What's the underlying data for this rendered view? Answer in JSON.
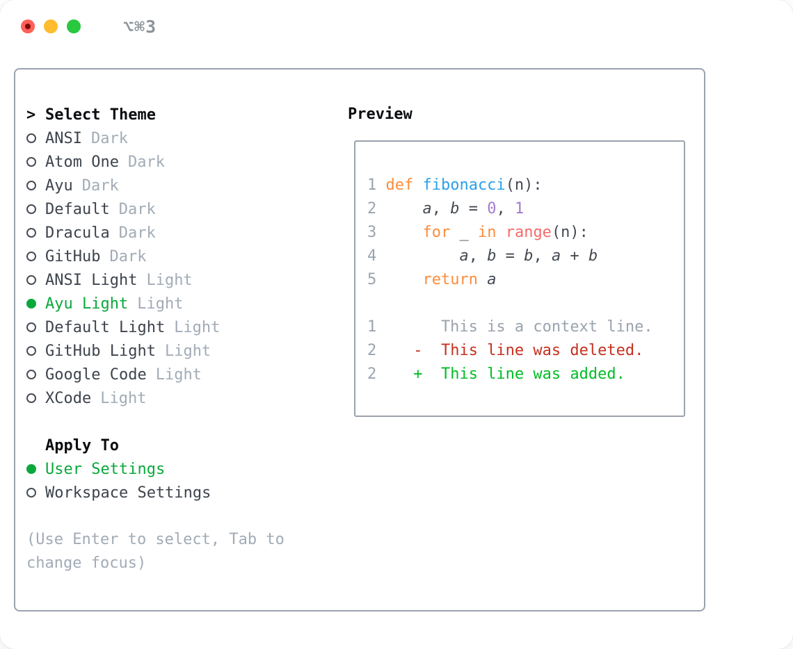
{
  "window": {
    "title": "⌥⌘3",
    "traffic_lights": [
      "close",
      "minimize",
      "zoom"
    ]
  },
  "panel": {
    "theme_section": {
      "header_prefix": ">",
      "header": "Select Theme",
      "items": [
        {
          "name": "ANSI",
          "variant": "Dark",
          "selected": false
        },
        {
          "name": "Atom One",
          "variant": "Dark",
          "selected": false
        },
        {
          "name": "Ayu",
          "variant": "Dark",
          "selected": false
        },
        {
          "name": "Default",
          "variant": "Dark",
          "selected": false
        },
        {
          "name": "Dracula",
          "variant": "Dark",
          "selected": false
        },
        {
          "name": "GitHub",
          "variant": "Dark",
          "selected": false
        },
        {
          "name": "ANSI Light",
          "variant": "Light",
          "selected": false
        },
        {
          "name": "Ayu Light",
          "variant": "Light",
          "selected": true
        },
        {
          "name": "Default Light",
          "variant": "Light",
          "selected": false
        },
        {
          "name": "GitHub Light",
          "variant": "Light",
          "selected": false
        },
        {
          "name": "Google Code",
          "variant": "Light",
          "selected": false
        },
        {
          "name": "XCode",
          "variant": "Light",
          "selected": false
        }
      ]
    },
    "apply_section": {
      "header": "Apply To",
      "options": [
        {
          "label": "User Settings",
          "selected": true
        },
        {
          "label": "Workspace Settings",
          "selected": false
        }
      ]
    },
    "hint": "(Use Enter to select, Tab to change focus)",
    "preview_section": {
      "header": "Preview",
      "code_lines": [
        {
          "num": "1",
          "tokens": [
            {
              "t": "def",
              "c": "kw"
            },
            {
              "t": " ",
              "c": "fg"
            },
            {
              "t": "fibonacci",
              "c": "fn"
            },
            {
              "t": "(n):",
              "c": "fg"
            }
          ]
        },
        {
          "num": "2",
          "tokens": [
            {
              "t": "    ",
              "c": "fg"
            },
            {
              "t": "a",
              "c": "var"
            },
            {
              "t": ", ",
              "c": "fg"
            },
            {
              "t": "b",
              "c": "var"
            },
            {
              "t": " = ",
              "c": "fg"
            },
            {
              "t": "0",
              "c": "num"
            },
            {
              "t": ", ",
              "c": "fg"
            },
            {
              "t": "1",
              "c": "num"
            }
          ]
        },
        {
          "num": "3",
          "tokens": [
            {
              "t": "    ",
              "c": "fg"
            },
            {
              "t": "for",
              "c": "kw"
            },
            {
              "t": " _ ",
              "c": "fg"
            },
            {
              "t": "in",
              "c": "kw"
            },
            {
              "t": " ",
              "c": "fg"
            },
            {
              "t": "range",
              "c": "call"
            },
            {
              "t": "(n):",
              "c": "fg"
            }
          ]
        },
        {
          "num": "4",
          "tokens": [
            {
              "t": "        ",
              "c": "fg"
            },
            {
              "t": "a",
              "c": "var"
            },
            {
              "t": ", ",
              "c": "fg"
            },
            {
              "t": "b",
              "c": "var"
            },
            {
              "t": " = ",
              "c": "fg"
            },
            {
              "t": "b",
              "c": "var"
            },
            {
              "t": ", ",
              "c": "fg"
            },
            {
              "t": "a",
              "c": "var"
            },
            {
              "t": " + ",
              "c": "fg"
            },
            {
              "t": "b",
              "c": "var"
            }
          ]
        },
        {
          "num": "5",
          "tokens": [
            {
              "t": "    ",
              "c": "fg"
            },
            {
              "t": "return",
              "c": "kw"
            },
            {
              "t": " ",
              "c": "fg"
            },
            {
              "t": "a",
              "c": "var"
            }
          ]
        }
      ],
      "diff_lines": [
        {
          "num": "1",
          "tokens": [
            {
              "t": "      This is a context line.",
              "c": "ctx"
            }
          ]
        },
        {
          "num": "2",
          "tokens": [
            {
              "t": "   ",
              "c": "fg"
            },
            {
              "t": "-  This line was deleted.",
              "c": "del"
            }
          ]
        },
        {
          "num": "2",
          "tokens": [
            {
              "t": "   ",
              "c": "fg"
            },
            {
              "t": "+  This line was added.",
              "c": "add"
            }
          ]
        }
      ]
    }
  },
  "colors": {
    "selected_green": "#0aa83c",
    "diff_added_green": "#00bd25",
    "diff_deleted_red": "#c5301f",
    "keyword_orange": "#fa8d3e",
    "function_blue": "#2aa0e8",
    "builtin_red": "#f76a6a",
    "number_purple": "#a37acc",
    "code_foreground": "#444a52",
    "muted_gray": "#a2abb6",
    "line_number_gray": "#9aa3ad",
    "border_gray": "#9aa2ad",
    "traffic_red": "#ff5f57",
    "traffic_yellow": "#febc2e",
    "traffic_green": "#28c840"
  }
}
